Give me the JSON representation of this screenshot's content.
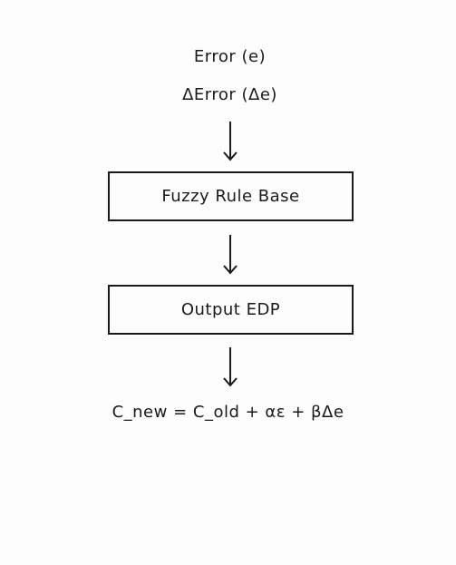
{
  "inputs": {
    "error_label": "Error (e)",
    "delta_error_label": "ΔError (Δe)"
  },
  "blocks": {
    "rule_base_label": "Fuzzy Rule Base",
    "output_label": "Output EDP"
  },
  "update_rule": {
    "formula": "C_new = C_old + αε + βΔe"
  },
  "colors": {
    "stroke": "#1a1a1a",
    "background": "#ffffff"
  }
}
